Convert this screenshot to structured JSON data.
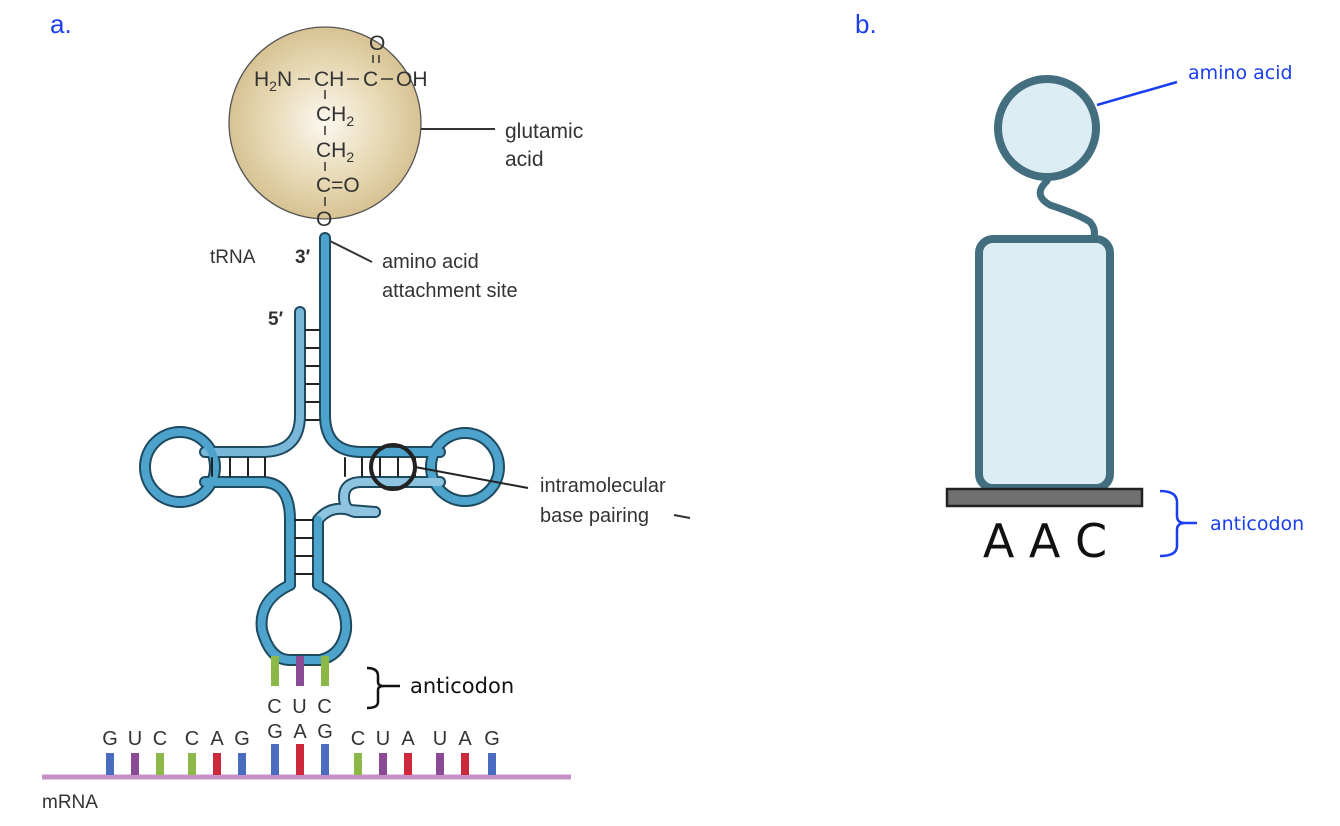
{
  "panels": {
    "a": {
      "label": "a.",
      "amino_acid": {
        "name_line1": "glutamic",
        "name_line2": "acid",
        "formula": {
          "top_o": "O",
          "main_chain": "H₂N–CH–C–OH",
          "h2n": "H₂N",
          "ch": "CH",
          "c": "C",
          "oh": "OH",
          "ch2_1": "CH₂",
          "ch2_2": "CH₂",
          "c_eq_o": "C=O",
          "o": "O"
        },
        "fill_color": "#d9c79c"
      },
      "trna_label": "tRNA",
      "three_prime": "3′",
      "five_prime": "5′",
      "attachment_label_line1": "amino acid",
      "attachment_label_line2": "attachment site",
      "pairing_label_line1": "intramolecular",
      "pairing_label_line2": "base pairing",
      "anticodon_label": "anticodon",
      "anticodon": {
        "bases": [
          "C",
          "U",
          "C"
        ],
        "colors": [
          "#8cb848",
          "#8a4a96",
          "#8cb848"
        ]
      },
      "codon_pairs": [
        "G",
        "A",
        "G"
      ],
      "mrna_label": "mRNA",
      "mrna": {
        "bases": [
          "G",
          "U",
          "C",
          "C",
          "A",
          "G",
          "G",
          "A",
          "G",
          "C",
          "U",
          "A",
          "U",
          "A",
          "G"
        ],
        "colors": [
          "#4a6cc0",
          "#8a4a96",
          "#8cb848",
          "#8cb848",
          "#cc2a3c",
          "#4a6cc0",
          "#4a6cc0",
          "#cc2a3c",
          "#4a6cc0",
          "#8cb848",
          "#8a4a96",
          "#cc2a3c",
          "#8a4a96",
          "#cc2a3c",
          "#4a6cc0"
        ],
        "line_color": "#c690c8"
      },
      "trna_color": "#4da3cc"
    },
    "b": {
      "label": "b.",
      "amino_acid_label": "amino acid",
      "anticodon_label": "anticodon",
      "anticodon_text": "A A C",
      "shape_fill": "#ddedf4",
      "shape_stroke": "#436e7f",
      "bar_fill": "#707070"
    }
  }
}
